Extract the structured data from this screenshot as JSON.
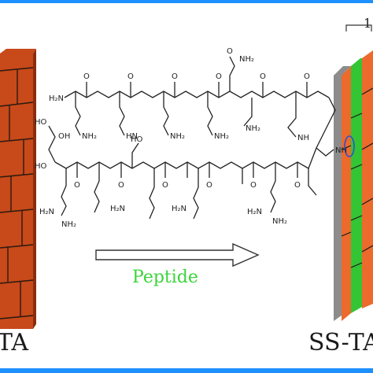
{
  "colors": {
    "frame": "#1e90ff",
    "brick": "#c8491a",
    "brick_dark": "#8a2d0c",
    "arrow_fill": "#ffffff",
    "arrow_stroke": "#333333",
    "peptide_text": "#3bd43b",
    "grey_layer": "#8c8c8c",
    "orange_layer": "#ec6a2c",
    "green_layer": "#34c534"
  },
  "labels": {
    "left": "TA",
    "right": "SS-TAP",
    "arrow": "Peptide",
    "corner": "1"
  },
  "atom_labels": {
    "h2n": "H₂N",
    "nh2": "NH₂",
    "o": "O",
    "n_h": "N\nH",
    "oh": "OH",
    "ho": "HO",
    "hn": "HN",
    "nh": "NH"
  }
}
